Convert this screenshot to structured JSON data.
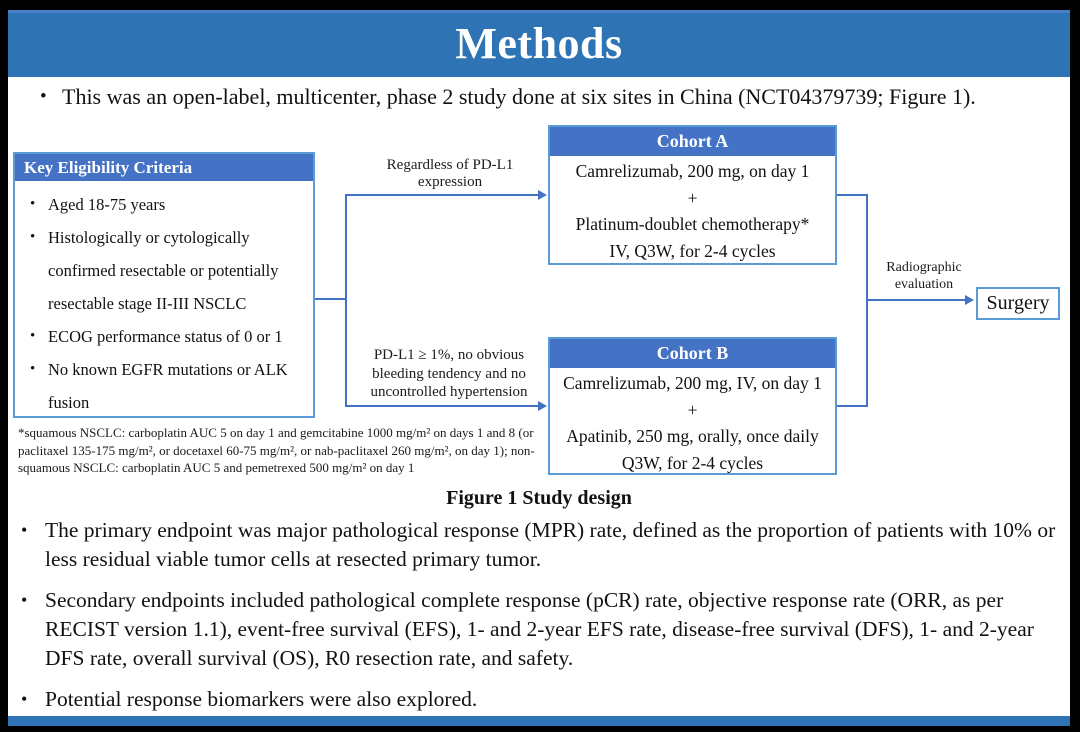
{
  "title": "Methods",
  "intro_bullet": "This was an open-label, multicenter, phase 2 study done at six sites in China (NCT04379739; Figure 1).",
  "figure": {
    "eligibility": {
      "header": "Key Eligibility Criteria",
      "items": [
        "Aged 18-75 years",
        "Histologically or cytologically confirmed resectable or potentially resectable stage II-III NSCLC",
        "ECOG performance status of 0 or 1",
        "No known EGFR mutations or ALK fusion"
      ]
    },
    "branch_labels": {
      "top": "Regardless of PD-L1 expression",
      "bottom": "PD-L1 ≥ 1%, no obvious bleeding tendency and no uncontrolled hypertension"
    },
    "cohort_a": {
      "header": "Cohort A",
      "lines": [
        "Camrelizumab, 200 mg, on day 1",
        "+",
        "Platinum-doublet chemotherapy*",
        "IV, Q3W, for 2-4 cycles"
      ]
    },
    "cohort_b": {
      "header": "Cohort B",
      "lines": [
        "Camrelizumab, 200 mg, IV, on day 1",
        "+",
        "Apatinib, 250 mg, orally, once daily",
        "Q3W, for 2-4 cycles"
      ]
    },
    "evaluation_label": "Radiographic evaluation",
    "surgery_label": "Surgery",
    "footnote": "*squamous NSCLC: carboplatin AUC 5 on day 1 and gemcitabine 1000 mg/m² on days 1 and 8 (or paclitaxel 135-175 mg/m², or docetaxel 60-75 mg/m², or nab-paclitaxel 260 mg/m², on day 1); non-squamous NSCLC: carboplatin AUC 5 and pemetrexed 500 mg/m² on day 1",
    "caption": "Figure 1 Study design"
  },
  "bullets": [
    "The primary endpoint was major pathological response (MPR) rate, defined as the proportion of patients with 10% or less residual viable tumor cells at resected primary tumor.",
    "Secondary endpoints included pathological complete response (pCR) rate, objective response rate (ORR, as per RECIST version 1.1), event-free survival (EFS), 1- and 2-year EFS rate, disease-free survival (DFS), 1- and 2-year DFS rate, overall survival (OS), R0 resection rate, and safety.",
    "Potential response biomarkers were also explored."
  ],
  "colors": {
    "title_bar_blue": "#2E74B5",
    "box_header_blue": "#4472C4",
    "box_border_blue": "#5B9BD5",
    "connector_blue": "#4472C4",
    "frame_black": "#000000",
    "text_black": "#111111"
  }
}
